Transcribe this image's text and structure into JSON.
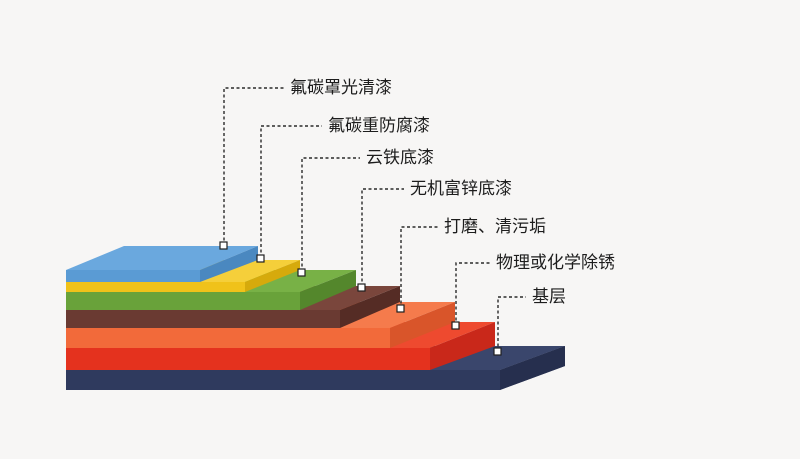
{
  "layers": [
    {
      "label": "氟碳罩光清漆",
      "color": "#5a9bd4",
      "side": "#4a88c0"
    },
    {
      "label": "氟碳重防腐漆",
      "color": "#f0c21a",
      "side": "#ddb00d"
    },
    {
      "label": "云铁底漆",
      "color": "#69a23a",
      "side": "#56902c"
    },
    {
      "label": "无机富锌底漆",
      "color": "#6a3a32",
      "side": "#5a2e28"
    },
    {
      "label": "打磨、清污垢",
      "color": "#f26a3a",
      "side": "#e45a2b"
    },
    {
      "label": "物理或化学除锈",
      "color": "#e4321e",
      "side": "#d02818"
    },
    {
      "label": "基层",
      "color": "#2f3a5e",
      "side": "#262f4e"
    }
  ]
}
